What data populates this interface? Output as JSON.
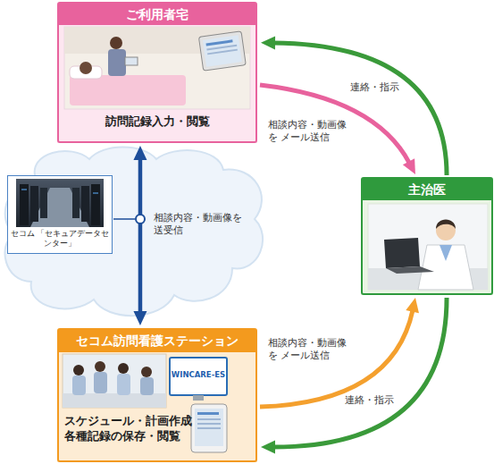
{
  "diagram": {
    "nodes": [
      {
        "text": [
          "ご利用者宅",
          "訪問記録入力・閲覧"
        ]
      },
      {
        "text": [
          "セコム 「セキュアデータセンター」"
        ]
      },
      {
        "text": [
          "主治医"
        ]
      },
      {
        "text": [
          "セコム訪問看護ステーション",
          "スケジュール・計画作成 各種記録の保存・閲覧"
        ]
      }
    ],
    "edges": [
      {
        "from": 2,
        "to": 0,
        "label": "連絡・指示",
        "arrow": "to"
      },
      {
        "from": 0,
        "to": 2,
        "label": "相談内容・動画像を メール送信",
        "arrow": "to"
      },
      {
        "from": 0,
        "to": 3,
        "label": "相談内容・動画像を 送受信",
        "arrow": "both"
      },
      {
        "from": 3,
        "to": 2,
        "label": "相談内容・動画像を メール送信",
        "arrow": "to"
      },
      {
        "from": 2,
        "to": 3,
        "label": "連絡・指示",
        "arrow": "to"
      }
    ],
    "labels": [
      "WINCARE-ES"
    ]
  }
}
